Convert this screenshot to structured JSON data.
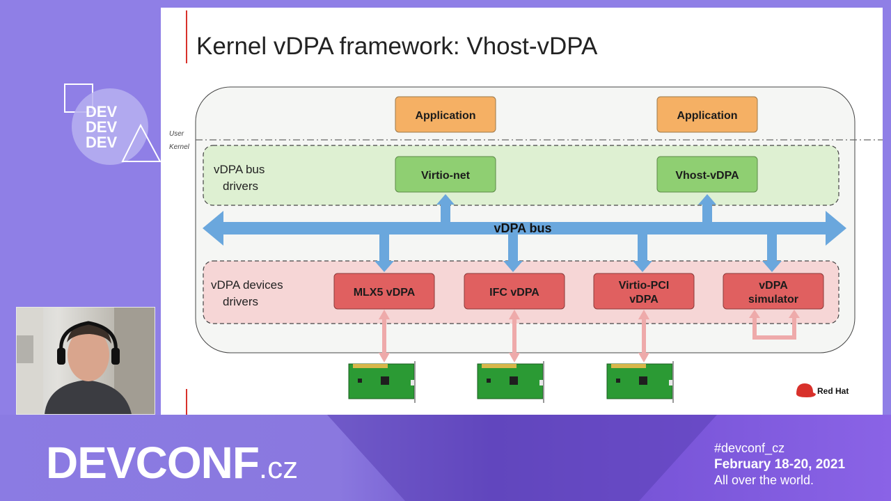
{
  "slide": {
    "title": "Kernel vDPA framework: Vhost-vDPA",
    "side_labels": {
      "user": "User",
      "kernel": "Kernel"
    },
    "applications": [
      "Application",
      "Application"
    ],
    "bus_drivers_group": {
      "label_line1": "vDPA bus",
      "label_line2": "drivers",
      "drivers": [
        "Virtio-net",
        "Vhost-vDPA"
      ]
    },
    "bus": {
      "label": "vDPA bus"
    },
    "device_drivers_group": {
      "label_line1": "vDPA devices",
      "label_line2": "drivers",
      "devices": [
        {
          "line1": "MLX5 vDPA",
          "line2": ""
        },
        {
          "line1": "IFC vDPA",
          "line2": ""
        },
        {
          "line1": "Virtio-PCI",
          "line2": "vDPA"
        },
        {
          "line1": "vDPA",
          "line2": "simulator"
        }
      ]
    },
    "brand": "Red Hat"
  },
  "footer": {
    "logo_main": "DEVCONF",
    "logo_suffix": ".cz",
    "hashtag": "#devconf_cz",
    "dates": "February 18-20, 2021",
    "tagline": "All over the world."
  },
  "colors": {
    "background": "#8f7fe6",
    "application": "#f5b064",
    "driver_green": "#8fcf72",
    "device_red": "#e06060",
    "bus_blue": "#6aa7dd",
    "pcie_pink": "#eeaaaa",
    "brand_red": "#d8312b"
  }
}
